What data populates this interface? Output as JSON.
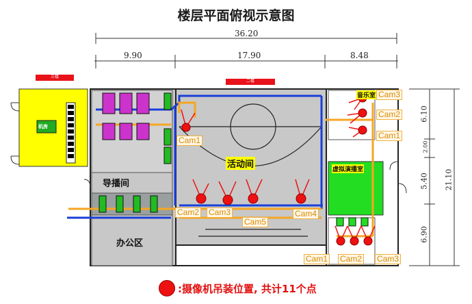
{
  "title": "楼层平面俯视示意图",
  "dimensions": {
    "total_width": "36.20",
    "segment_1": "9.90",
    "segment_2": "17.90",
    "segment_3": "8.48",
    "total_height": "21.10",
    "height_1": "6.10",
    "height_2": "2.00",
    "height_3": "5.40",
    "height_4": "6.90"
  },
  "tags": {
    "left_tag": "三楼",
    "center_tag": "二楼"
  },
  "rooms": {
    "machine_room": "机房",
    "director_room": "导播间",
    "activity_room": "活动间",
    "office": "办公区",
    "virtual_studio": "虚拟演播室",
    "top_right_room": "音乐室"
  },
  "cameras": {
    "act_cam1": "Cam1",
    "act_cam2": "Cam2",
    "act_cam3": "Cam3",
    "act_cam4": "Cam4",
    "act_cam5": "Cam5",
    "tr_cam1": "Cam1",
    "tr_cam2": "Cam2",
    "tr_cam3": "Cam3",
    "br_cam1": "Cam1",
    "br_cam2": "Cam2",
    "br_cam3": "Cam3"
  },
  "legend": {
    "text": ":摄像机吊装位置, 共计11个点"
  },
  "colors": {
    "floor_gray": "#c8c8c8",
    "machine_yellow": "#ffff00",
    "studio_green": "#22dd22",
    "camera_red": "#ee1111",
    "cable_blue": "#1a3fd8",
    "cable_orange": "#f5a623"
  }
}
